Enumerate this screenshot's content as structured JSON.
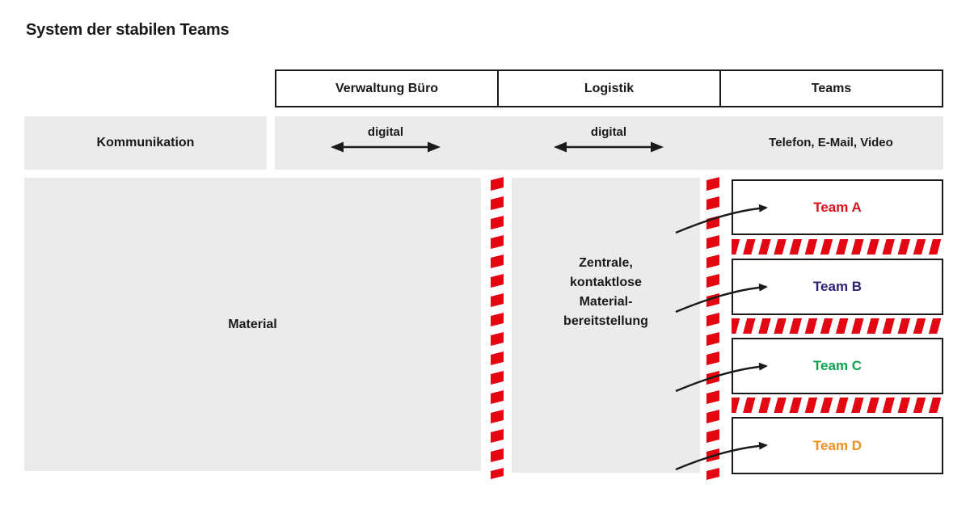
{
  "title": "System der stabilen Teams",
  "colors": {
    "ink": "#1a1a1a",
    "box-border": "#1a1a1a",
    "panel-gray": "#ebebeb",
    "barrier-red": "#e30613"
  },
  "header": {
    "columns": [
      "Verwaltung Büro",
      "Logistik",
      "Teams"
    ]
  },
  "communication": {
    "row_label": "Kommunikation",
    "verwaltung_label": "digital",
    "logistik_label": "digital",
    "teams_label": "Telefon, E-Mail, Video"
  },
  "material": {
    "label": "Material"
  },
  "logistics_center": {
    "text": "Zentrale,\nkontaktlose\nMaterial-\nbereitstellung"
  },
  "teams": [
    {
      "label": "Team A",
      "color": "#d6131b"
    },
    {
      "label": "Team B",
      "color": "#2d2373"
    },
    {
      "label": "Team C",
      "color": "#0aa34f"
    },
    {
      "label": "Team D",
      "color": "#ef9021"
    }
  ]
}
